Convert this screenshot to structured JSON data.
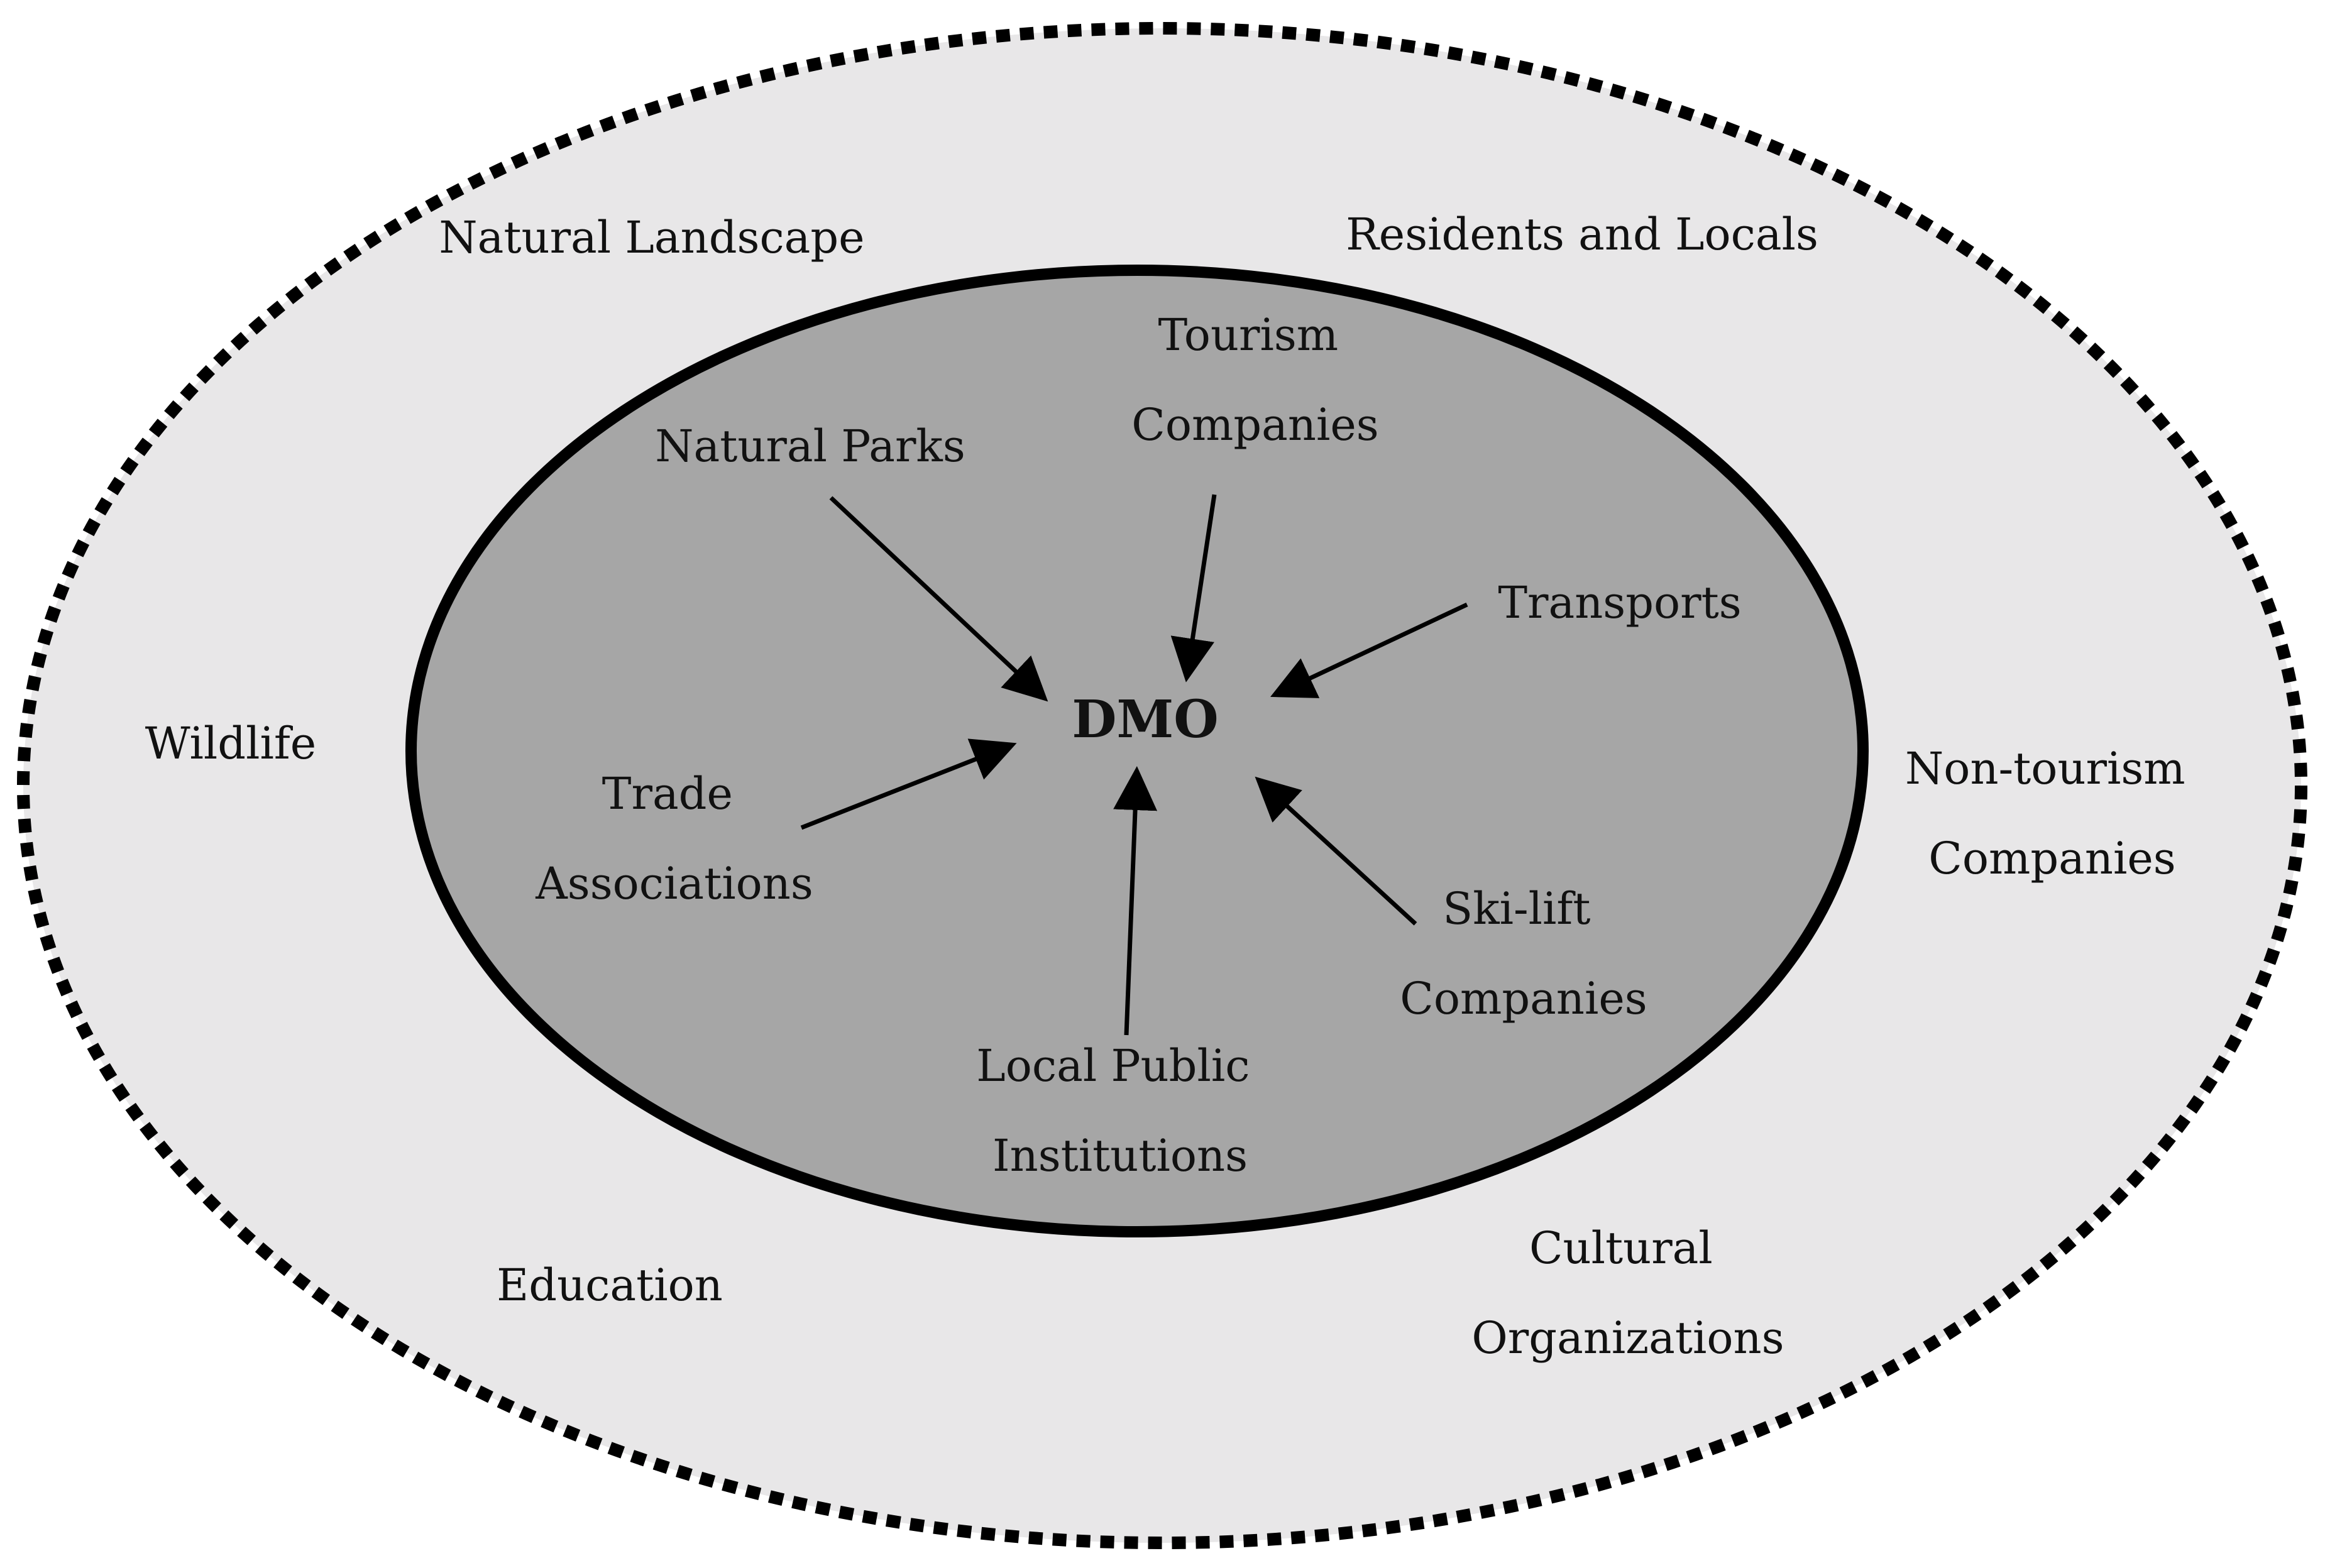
{
  "diagram": {
    "center": "DMO",
    "inner_stakeholders": {
      "natural_parks": "Natural Parks",
      "tourism_companies": [
        "Tourism",
        "Companies"
      ],
      "transports": "Transports",
      "trade_associations": [
        "Trade",
        "Associations"
      ],
      "ski_lift_companies": [
        "Ski-lift",
        "Companies"
      ],
      "local_public_institutions": [
        "Local Public",
        "Institutions"
      ]
    },
    "outer_stakeholders": {
      "natural_landscape": "Natural Landscape",
      "residents_and_locals": "Residents and Locals",
      "wildlife": "Wildlife",
      "non_tourism_companies": [
        "Non-tourism",
        "Companies"
      ],
      "education": "Education",
      "cultural_organizations": [
        "Cultural",
        "Organizations"
      ]
    },
    "colors": {
      "outer_fill": "#e8e7e8",
      "inner_fill": "#a6a6a6",
      "stroke": "#000000"
    }
  }
}
